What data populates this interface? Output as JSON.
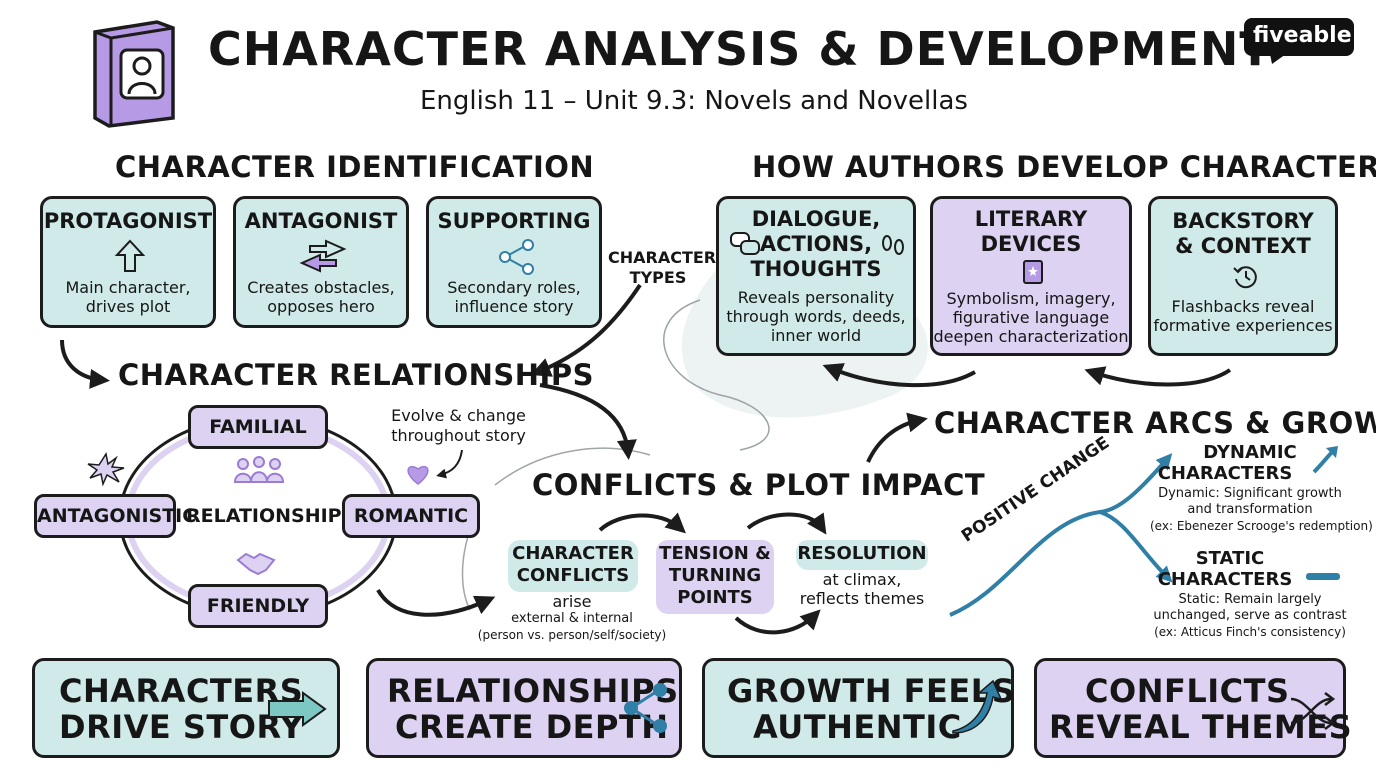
{
  "header": {
    "title": "CHARACTER ANALYSIS & DEVELOPMENT",
    "subtitle": "English 11 – Unit 9.3: Novels and Novellas",
    "logo": "fiveable"
  },
  "identification": {
    "heading": "CHARACTER IDENTIFICATION",
    "cards": [
      {
        "title": "PROTAGONIST",
        "desc1": "Main character,",
        "desc2": "drives plot",
        "icon": "up-arrow-icon"
      },
      {
        "title": "ANTAGONIST",
        "desc1": "Creates obstacles,",
        "desc2": "opposes hero",
        "icon": "swap-arrows-icon"
      },
      {
        "title": "SUPPORTING",
        "desc1": "Secondary roles,",
        "desc2": "influence story",
        "icon": "share-icon"
      }
    ],
    "types_label1": "CHARACTER",
    "types_label2": "TYPES"
  },
  "development": {
    "heading": "HOW AUTHORS DEVELOP CHARACTERS",
    "cards": [
      {
        "title1": "DIALOGUE,",
        "title2": "ACTIONS,",
        "title3": "THOUGHTS",
        "desc1": "Reveals personality",
        "desc2": "through words, deeds,",
        "desc3": "inner world",
        "icon": "speech-bubbles-icon"
      },
      {
        "title1": "LITERARY",
        "title2": "DEVICES",
        "desc1": "Symbolism, imagery,",
        "desc2": "figurative language",
        "desc3": "deepen characterization",
        "icon": "book-star-icon"
      },
      {
        "title1": "BACKSTORY",
        "title2": "& CONTEXT",
        "desc1": "Flashbacks reveal",
        "desc2": "formative experiences",
        "icon": "history-clock-icon"
      }
    ]
  },
  "relationships": {
    "heading": "CHARACTER RELATIONSHIPS",
    "center": "RELATIONSHIPS",
    "familial": "FAMILIAL",
    "antagonistic": "ANTAGONISTIC",
    "romantic": "ROMANTIC",
    "friendly": "FRIENDLY",
    "note1": "Evolve & change",
    "note2": "throughout story"
  },
  "conflicts": {
    "heading": "CONFLICTS & PLOT IMPACT",
    "c1_title1": "CHARACTER",
    "c1_title2": "CONFLICTS",
    "c1_arise": "arise",
    "c1_desc1": "external & internal",
    "c1_desc2": "(person vs. person/self/society)",
    "c2_title1": "TENSION &",
    "c2_title2": "TURNING",
    "c2_title3": "POINTS",
    "c3_title": "RESOLUTION",
    "c3_desc1": "at climax,",
    "c3_desc2": "reflects themes"
  },
  "arcs": {
    "heading": "CHARACTER ARCS & GROWTH",
    "positive": "POSITIVE CHANGE",
    "dyn_title1": "DYNAMIC",
    "dyn_title2": "CHARACTERS",
    "dyn_desc1": "Dynamic: Significant growth",
    "dyn_desc2": "and transformation",
    "dyn_desc3": "(ex: Ebenezer Scrooge's redemption)",
    "stat_title1": "STATIC",
    "stat_title2": "CHARACTERS",
    "stat_desc1": "Static: Remain largely",
    "stat_desc2": "unchanged, serve as contrast",
    "stat_desc3": "(ex: Atticus Finch's consistency)"
  },
  "takeaways": [
    {
      "l1": "CHARACTERS",
      "l2": "DRIVE STORY"
    },
    {
      "l1": "RELATIONSHIPS",
      "l2": "CREATE DEPTH"
    },
    {
      "l1": "GROWTH FEELS",
      "l2": "AUTHENTIC"
    },
    {
      "l1": "CONFLICTS",
      "l2": "REVEAL THEMES"
    }
  ],
  "colors": {
    "teal": "#cfeae8",
    "purple": "#ddd2f2",
    "accent_purple": "#9b7bd4",
    "accent_blue": "#2f7fa6",
    "ink": "#1c1c1c"
  }
}
